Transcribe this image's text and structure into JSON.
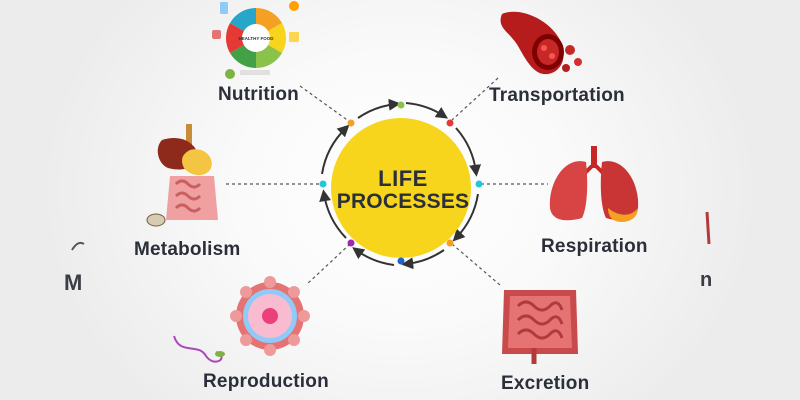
{
  "center": {
    "line1": "LIFE",
    "line2": "PROCESSES",
    "circle_color": "#f7d51d"
  },
  "processes": [
    {
      "id": "nutrition",
      "label": "Nutrition",
      "icon": "healthy-food-plate-icon"
    },
    {
      "id": "transportation",
      "label": "Transportation",
      "icon": "blood-vessel-icon"
    },
    {
      "id": "respiration",
      "label": "Respiration",
      "icon": "lungs-icon"
    },
    {
      "id": "excretion",
      "label": "Excretion",
      "icon": "intestines-icon"
    },
    {
      "id": "reproduction",
      "label": "Reproduction",
      "icon": "sperm-egg-icon"
    },
    {
      "id": "metabolism",
      "label": "Metabolism",
      "icon": "digestive-system-icon"
    }
  ],
  "nutrition_wheel": {
    "center_text": "HEALTHY FOOD"
  },
  "edge_fragments": {
    "left": "M",
    "right": "n"
  },
  "colors": {
    "text": "#2b2f3a",
    "connector": "#555555",
    "dots": [
      "#f4a024",
      "#8bc34a",
      "#e53935",
      "#26c6da",
      "#f4a024",
      "#1e63c8",
      "#9c27b0",
      "#26c6da"
    ],
    "organ_red": "#c62828"
  }
}
